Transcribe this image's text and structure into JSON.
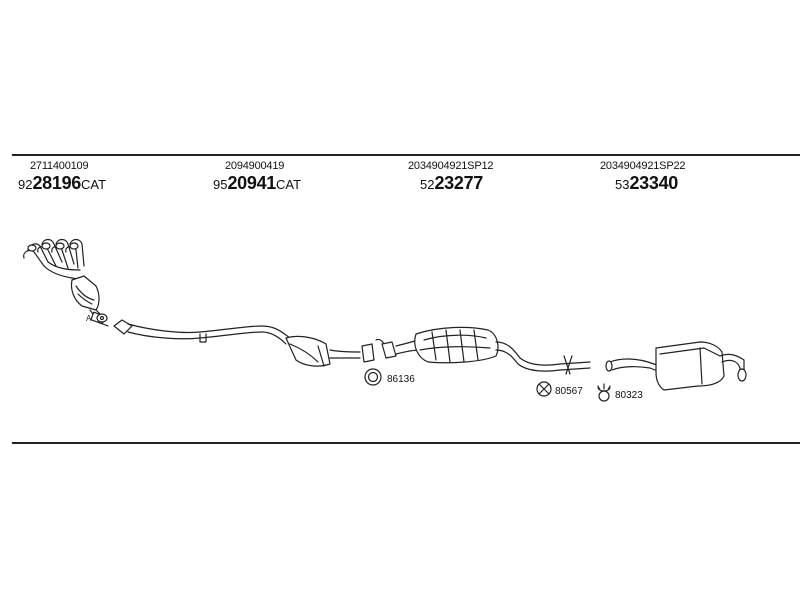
{
  "parts": [
    {
      "oe_number": "2711400109",
      "prefix": "92",
      "number": "28196",
      "suffix": "CAT"
    },
    {
      "oe_number": "2094900419",
      "prefix": "95",
      "number": "20941",
      "suffix": "CAT"
    },
    {
      "oe_number": "2034904921SP12",
      "prefix": "52",
      "number": "23277",
      "suffix": ""
    },
    {
      "oe_number": "2034904921SP22",
      "prefix": "53",
      "number": "23340",
      "suffix": ""
    }
  ],
  "accessories": [
    {
      "number": "86136"
    },
    {
      "number": "80567"
    },
    {
      "number": "80323"
    }
  ],
  "annotations": {
    "flange_marker": "A"
  },
  "colors": {
    "line": "#222222",
    "fill": "#ffffff",
    "shade": "#dddddd"
  }
}
